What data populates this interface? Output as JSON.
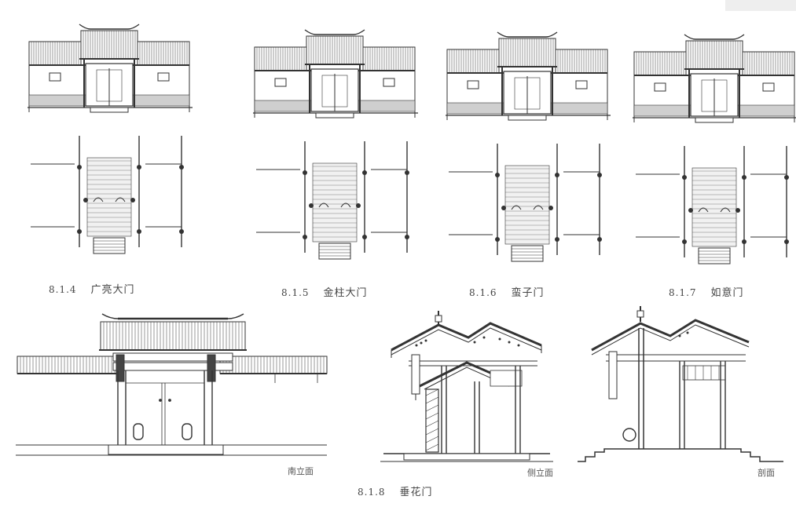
{
  "figures": [
    {
      "number": "8.1.4",
      "name": "广亮大门"
    },
    {
      "number": "8.1.5",
      "name": "金柱大门"
    },
    {
      "number": "8.1.6",
      "name": "蛮子门"
    },
    {
      "number": "8.1.7",
      "name": "如意门"
    }
  ],
  "bottom": {
    "number": "8.1.8",
    "name": "垂花门",
    "views": {
      "south_elevation": "南立面",
      "side_elevation": "侧立面",
      "section": "剖面"
    }
  }
}
